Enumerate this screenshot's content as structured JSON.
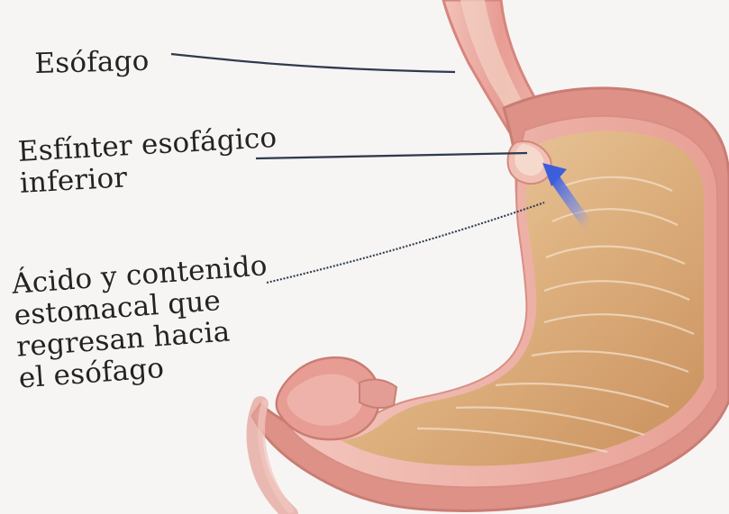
{
  "diagram": {
    "labels": {
      "esofago": "Esófago",
      "esfinter": "Esfínter esofágico\ninferior",
      "acido": "Ácido y contenido\nestomacal que\nregresan hacia\nel esófago"
    },
    "colors": {
      "background": "#f7f5f4",
      "stomach_outer": "#dc9087",
      "stomach_wall": "#f1bbb1",
      "stomach_lumen": "#d9ab73",
      "stomach_highlight": "#f5dfc1",
      "esophagus_fill": "#e9a29a",
      "esophagus_wall": "#f4c8c0",
      "reflux_arrow": "#3d5edb",
      "leader_lines": "#2f3b4d",
      "text": "#262220"
    },
    "icons": {
      "reflux_arrow": "arrow-up-left-icon"
    }
  }
}
